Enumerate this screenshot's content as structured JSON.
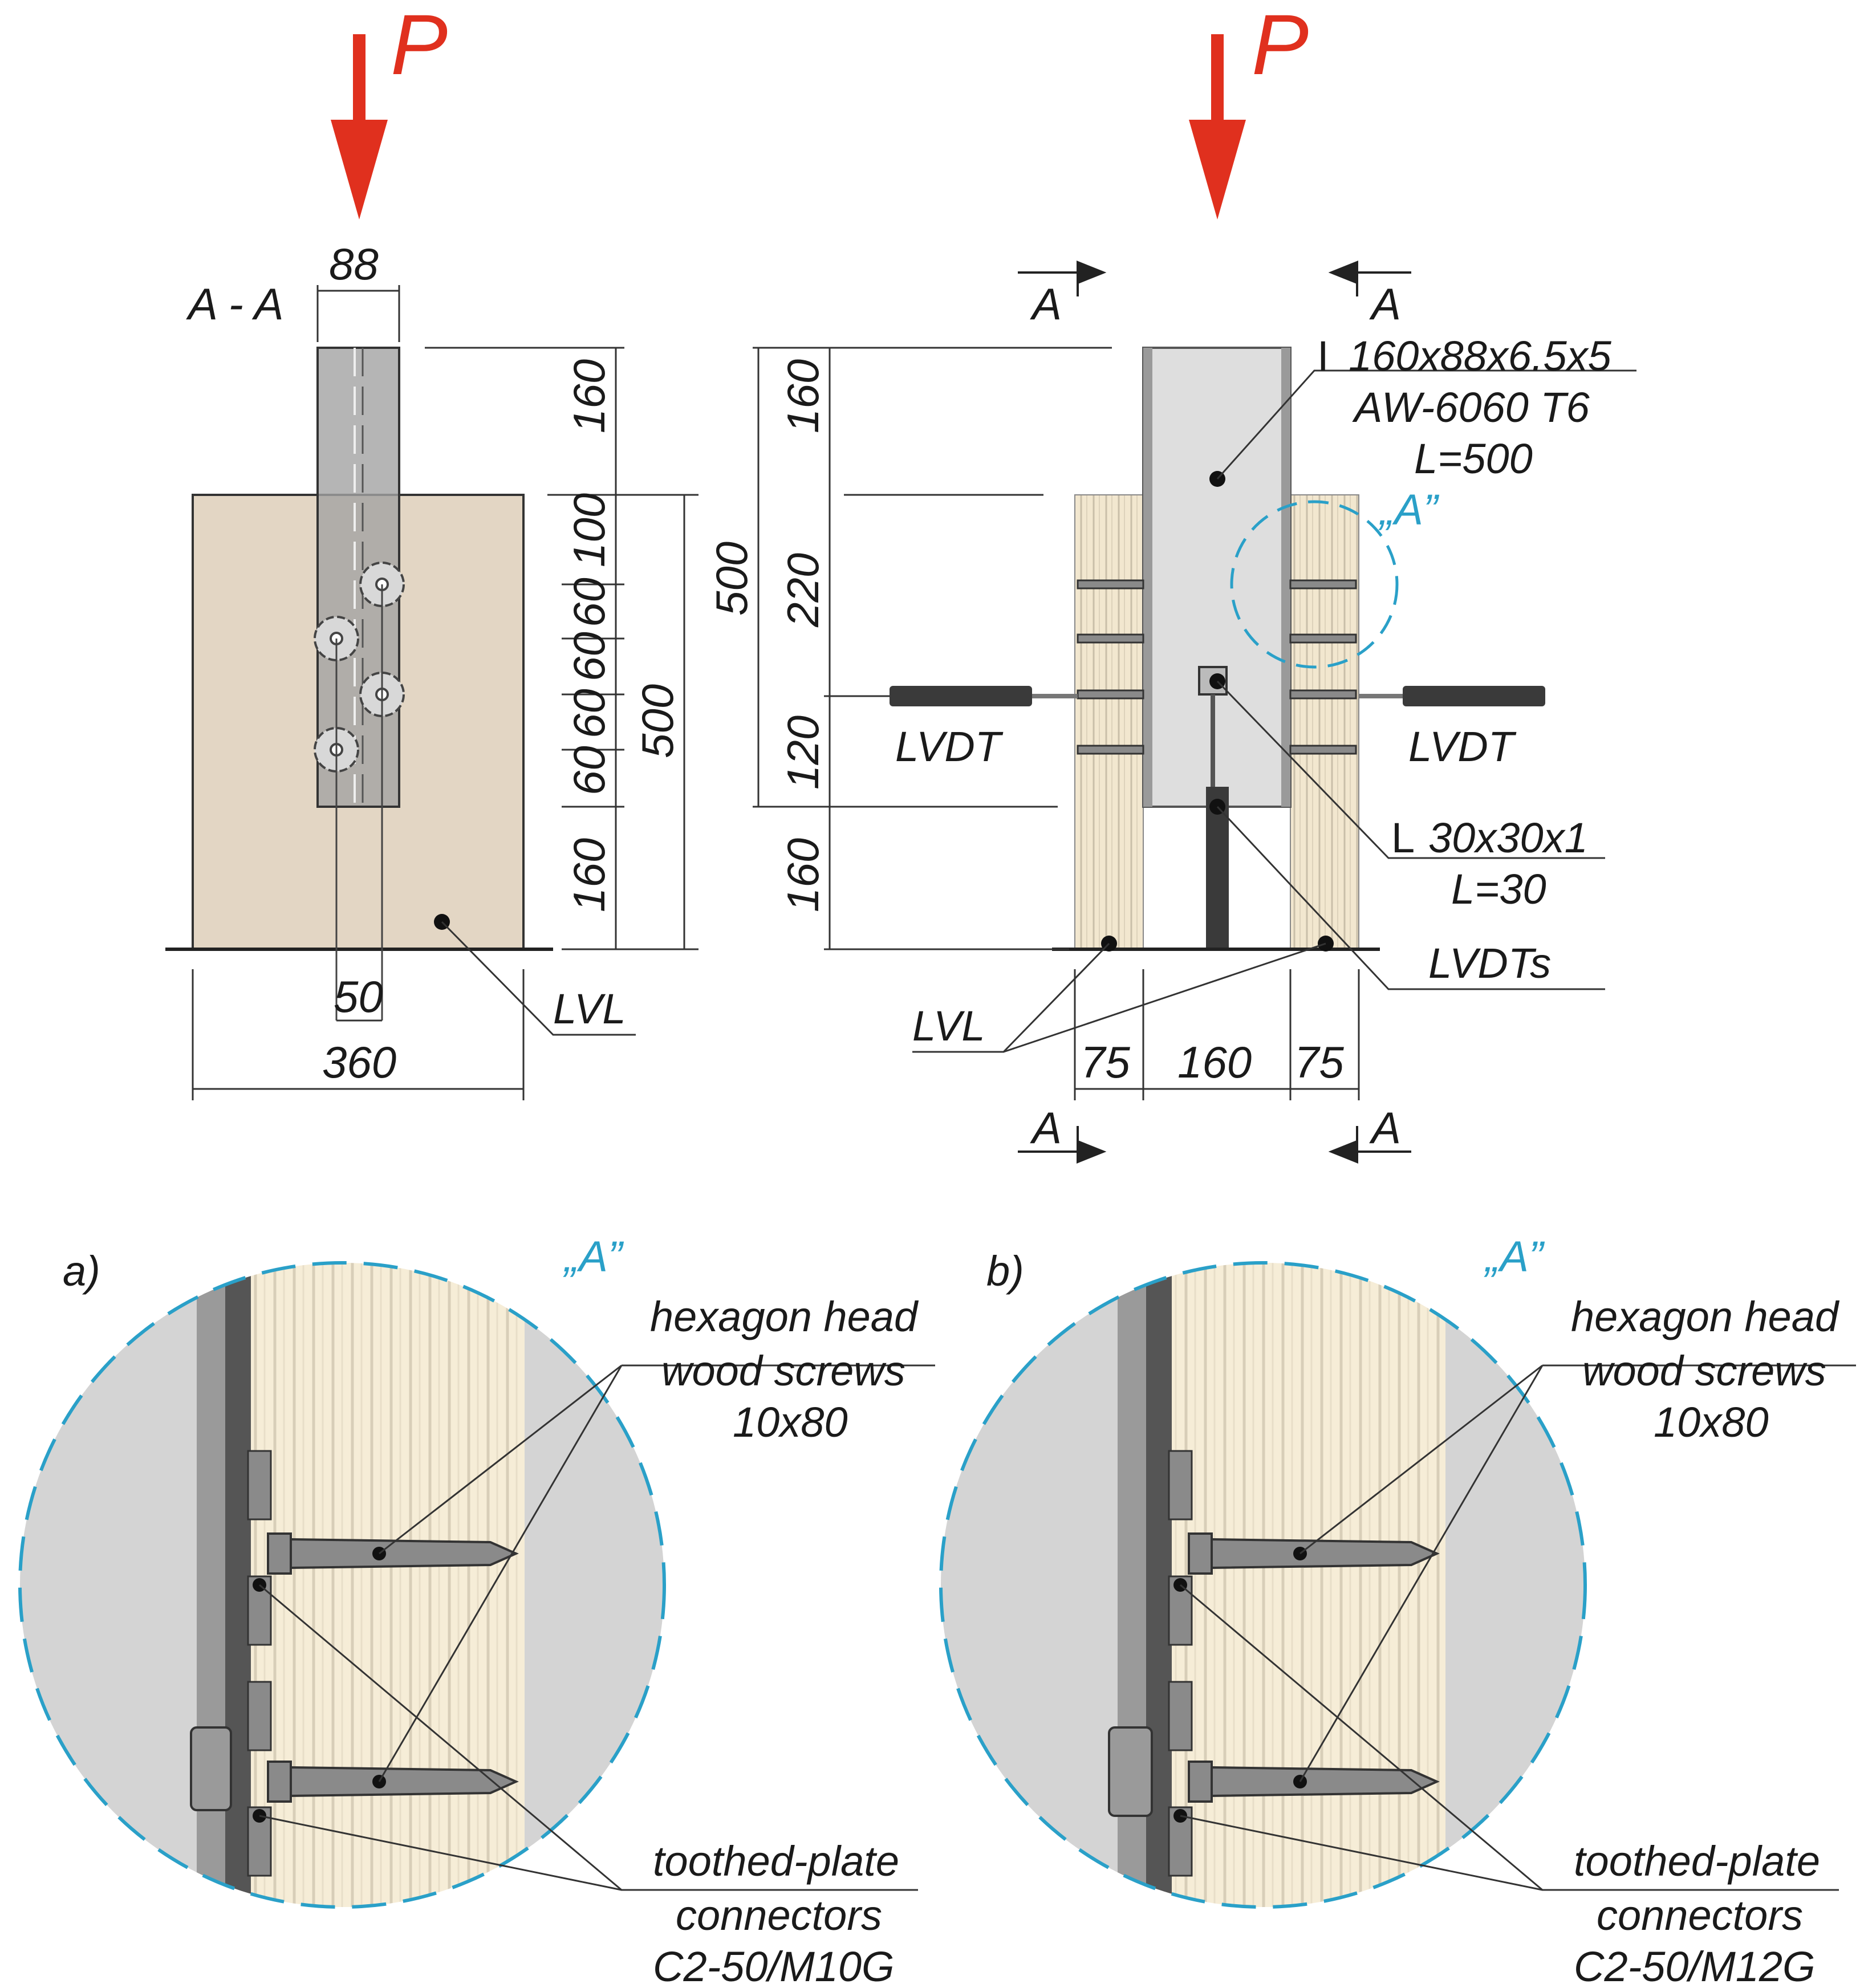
{
  "load_label": "P",
  "section_label": "A - A",
  "cut_mark": "A",
  "detail_tag": "„A”",
  "dims_section": {
    "width": "88",
    "top_protrusion": "160",
    "d100": "100",
    "d60": "60",
    "bottom": "160",
    "height": "500",
    "spacing": "50",
    "base": "360"
  },
  "dims_front": {
    "top": "160",
    "total": "500",
    "d220": "220",
    "d120": "120",
    "bottom": "160",
    "side": "75",
    "center": "160"
  },
  "labels": {
    "profile_line1": "160x88x6.5x5",
    "profile_line2": "AW-6060 T6",
    "profile_line3": "L=500",
    "angle_line1": "30x30x1",
    "angle_line2": "L=30",
    "lvdt": "LVDT",
    "lvdts": "LVDTs",
    "lvl": "LVL"
  },
  "details": {
    "a": {
      "tag": "a)",
      "screws_line1": "hexagon head",
      "screws_line2": "wood screws",
      "screws_line3": "10x80",
      "conn_line1": "toothed-plate",
      "conn_line2": "connectors",
      "conn_line3": "C2-50/M10G"
    },
    "b": {
      "tag": "b)",
      "screws_line1": "hexagon head",
      "screws_line2": "wood screws",
      "screws_line3": "10x80",
      "conn_line1": "toothed-plate",
      "conn_line2": "connectors",
      "conn_line3": "C2-50/M12G"
    }
  },
  "colors": {
    "load_arrow": "#e0301e",
    "lvl_wood": "#e3d6c4",
    "lvl_grain": "#f3e8cf",
    "aluminium": "#d9d9d9",
    "detail_circle": "#2aa0c8",
    "lvdt_body": "#3a3a3a"
  }
}
